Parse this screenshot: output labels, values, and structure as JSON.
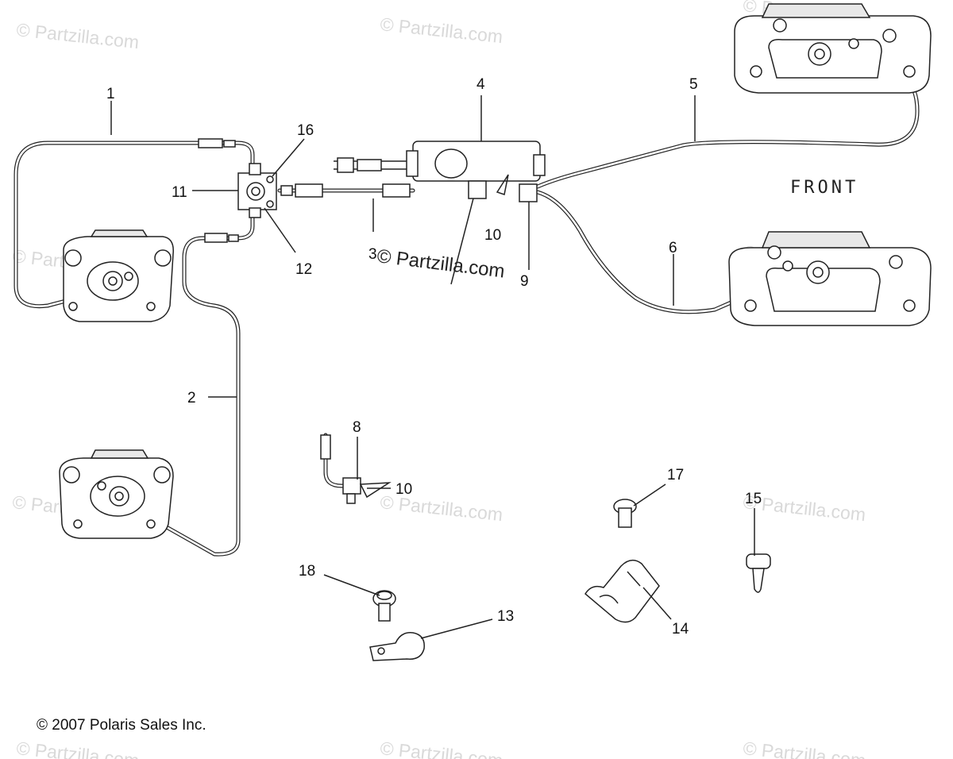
{
  "diagram": {
    "copyright": "© 2007 Polaris Sales Inc.",
    "front_label": "FRONT",
    "watermark_text": "© Partzilla.com",
    "colors": {
      "line": "#222222",
      "watermark": "#d9d9d9",
      "background": "#ffffff"
    },
    "callouts": [
      {
        "id": "c1",
        "text": "1"
      },
      {
        "id": "c2",
        "text": "2"
      },
      {
        "id": "c3",
        "text": "3"
      },
      {
        "id": "c4",
        "text": "4"
      },
      {
        "id": "c5",
        "text": "5"
      },
      {
        "id": "c6",
        "text": "6"
      },
      {
        "id": "c8",
        "text": "8"
      },
      {
        "id": "c9",
        "text": "9"
      },
      {
        "id": "c10a",
        "text": "10"
      },
      {
        "id": "c10b",
        "text": "10"
      },
      {
        "id": "c11",
        "text": "11"
      },
      {
        "id": "c12",
        "text": "12"
      },
      {
        "id": "c13",
        "text": "13"
      },
      {
        "id": "c14",
        "text": "14"
      },
      {
        "id": "c15",
        "text": "15"
      },
      {
        "id": "c16",
        "text": "16"
      },
      {
        "id": "c17",
        "text": "17"
      },
      {
        "id": "c18",
        "text": "18"
      }
    ]
  }
}
